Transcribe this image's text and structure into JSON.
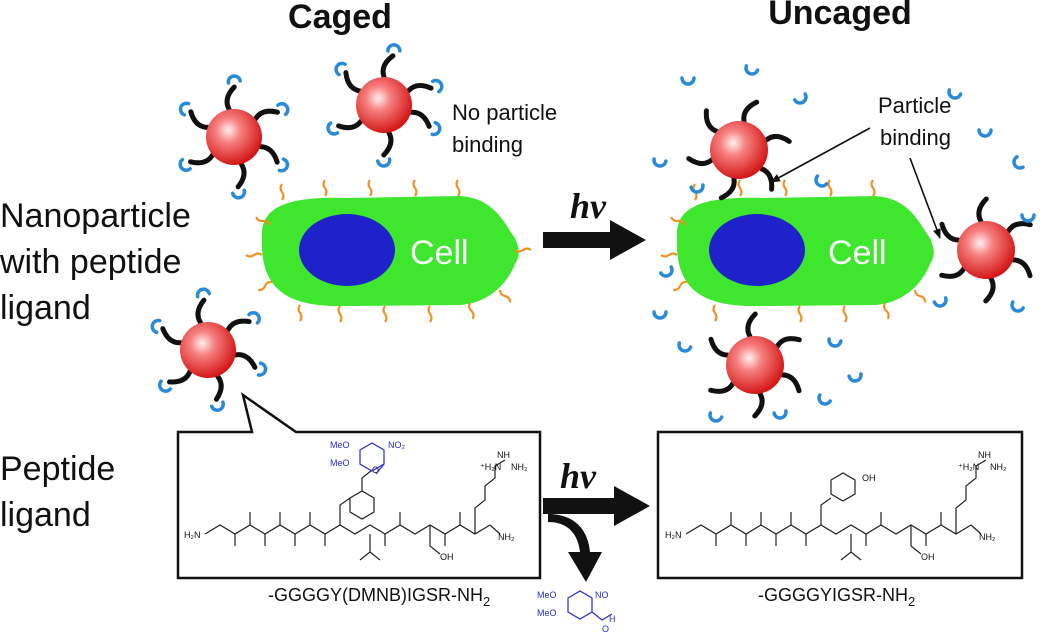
{
  "headers": {
    "caged": "Caged",
    "uncaged": "Uncaged"
  },
  "labels": {
    "nanoparticle_line1": "Nanoparticle",
    "nanoparticle_line2": "with peptide",
    "nanoparticle_line3": "ligand",
    "peptide_line1": "Peptide",
    "peptide_line2": "ligand",
    "no_binding_line1": "No particle",
    "no_binding_line2": "binding",
    "binding_line1": "Particle",
    "binding_line2": "binding",
    "cell": "Cell",
    "hv": "hv"
  },
  "sequences": {
    "caged_prefix": "-GGGGY(DMNB)IGSR-NH",
    "uncaged_prefix": "-GGGGYIGSR-NH",
    "subscript": "2"
  },
  "chem": {
    "meo": "MeO",
    "no2": "NO₂",
    "no": "NO",
    "h": "H",
    "o": "O",
    "oh": "OH",
    "h2n": "H₂N",
    "nh2": "NH₂",
    "nh": "NH",
    "h2n_plus": "⁺H₂N",
    "n": "N",
    "h_small": "H"
  },
  "colors": {
    "cell": "#3ee62e",
    "nucleus": "#1e22c8",
    "particle_center": "#ffd0d0",
    "particle_edge": "#d81e1e",
    "cage": "#2a8ad8",
    "receptor": "#f0901e",
    "caging_group": "#2a2ad0"
  }
}
